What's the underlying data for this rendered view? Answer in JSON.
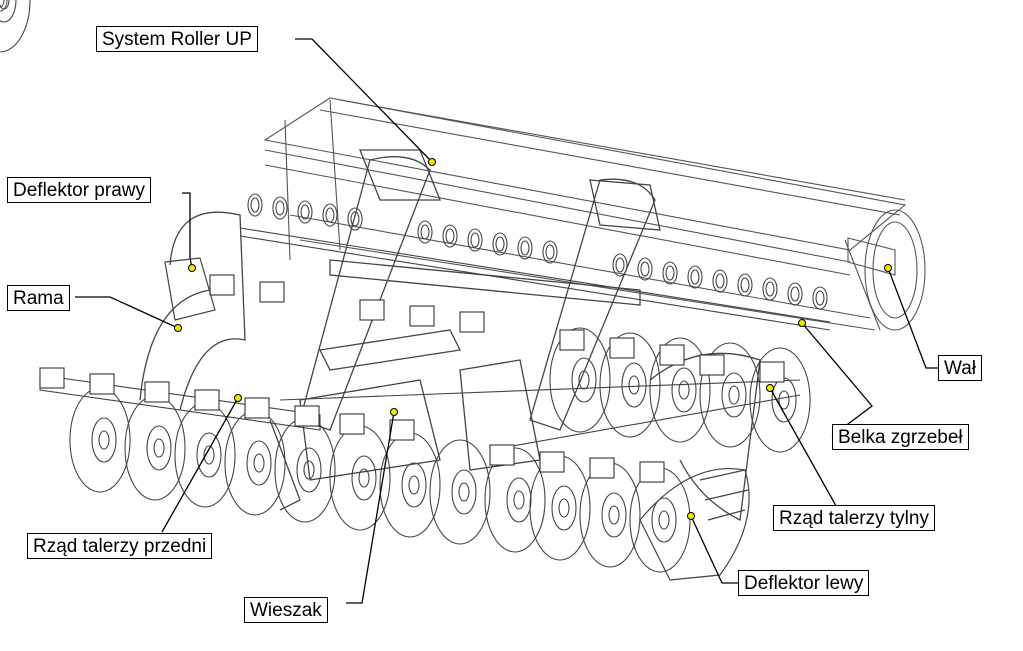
{
  "labels": {
    "system_roller_up": "System Roller UP",
    "deflektor_prawy": "Deflektor prawy",
    "rama": "Rama",
    "wal": "Wał",
    "belka_zgrzebel": "Belka zgrzebeł",
    "rzad_talerzy_tylny": "Rząd talerzy tylny",
    "deflektor_lewy": "Deflektor lewy",
    "rzad_talerzy_przedni": "Rząd talerzy przedni",
    "wieszak": "Wieszak"
  },
  "colors": {
    "marker": "#f2e600",
    "line": "#000000",
    "drawing": "#333333"
  }
}
